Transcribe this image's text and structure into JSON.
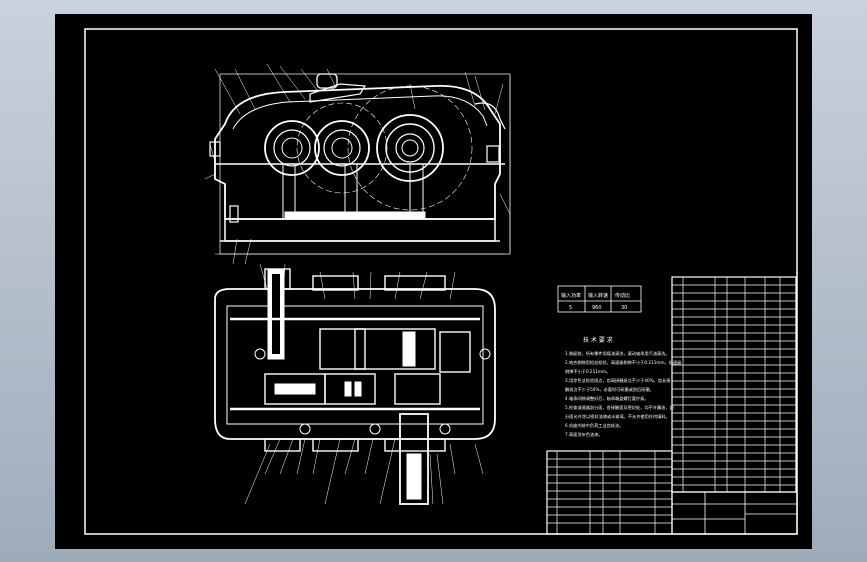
{
  "drawing": {
    "tech_requirements_title": "技 术 要 求",
    "tech_requirements_lines": [
      "1.装配前，所有零件用煤油清洗，滚动轴承用汽油清洗。",
      "2.啮合侧隙用铅丝检验，高速级侧隙不小于0.211mm，低速级",
      "  侧隙不小于0.211mm。",
      "3.用涂色法检验斑点，齿高接触斑点不少于40%，齿长接",
      "  触斑点不少于50%，必要时可研磨或刮后研磨。",
      "4.轴承间隙调整好后，轴承端盖螺钉要拧紧。",
      "5.检查减速器剖分面，各接触面及密封处，均不许漏油，剖",
      "  分面允许涂以密封油漆或水玻璃，不允许使用任何填料。",
      "6.机座内装中负荷工业齿轮油。",
      "7.表面涂灰色油漆。"
    ],
    "characteristics_header": [
      "输入功率",
      "输入转速",
      "传动比"
    ],
    "characteristics_values": [
      "5",
      "960",
      "30"
    ]
  },
  "colors": {
    "background_top": "#c9d2dc",
    "background_bottom": "#9eacba",
    "sheet": "#000000",
    "lines": "#ffffff"
  }
}
